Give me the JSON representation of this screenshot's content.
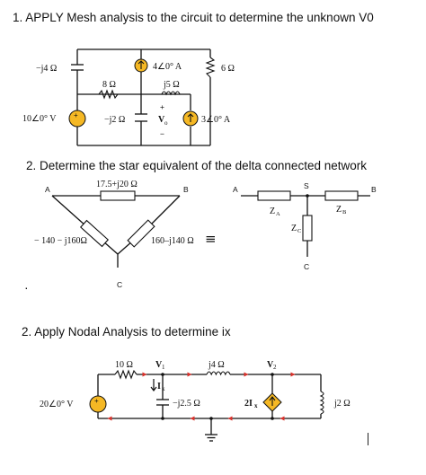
{
  "headings": {
    "q1": "1. APPLY Mesh analysis to the circuit to determine the unknown V0",
    "q2": "2. Determine the star equivalent of the delta connected network",
    "q3": "2. Apply Nodal Analysis to determine ix"
  },
  "bullet": "·",
  "circuit1": {
    "cap_left": "−j4 Ω",
    "src_current_top": "4∠0° A",
    "res_right": "6 Ω",
    "res_8": "8 Ω",
    "ind_j5": "j5 Ω",
    "src_voltage": "10∠0° V",
    "cap_mid": "−j2 Ω",
    "vo_label": "V",
    "vo_sub": "o",
    "plus": "+",
    "minus": "−",
    "src_current_right": "3∠0° A"
  },
  "circuit2": {
    "node_a_left": "A",
    "node_b_left": "B",
    "node_c_left": "C",
    "z_top": "17.5+j20 Ω",
    "z_left": "− 140 − j160Ω",
    "z_right": "160–j140 Ω",
    "equiv": "≡",
    "node_a_right": "A",
    "node_s": "S",
    "node_b_right": "B",
    "node_c_right": "C",
    "za": "Z",
    "za_sub": "A",
    "zb": "Z",
    "zb_sub": "B",
    "zc": "Z",
    "zc_sub": "C"
  },
  "circuit3": {
    "res_10": "10 Ω",
    "v1": "V",
    "v1_sub": "1",
    "ind_j4": "j4 Ω",
    "v2": "V",
    "v2_sub": "2",
    "ix": "I",
    "ix_sub": "x",
    "src_voltage": "20∠0° V",
    "cap": "−j2.5 Ω",
    "dep_src": "2I",
    "dep_src_sub": "x",
    "ind_j2": "j2 Ω"
  },
  "colors": {
    "source_fill": "#f5b824",
    "arrow_red": "#d9302a"
  }
}
